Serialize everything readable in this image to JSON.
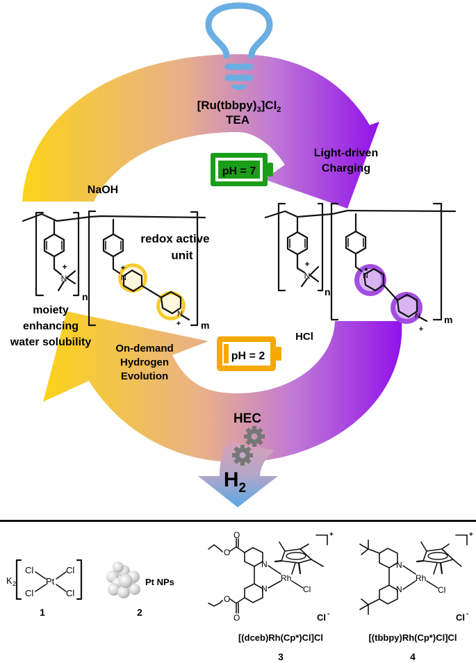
{
  "scheme": {
    "light_source": {
      "icon": "lightbulb-icon",
      "color": "#6aaee3"
    },
    "photosensitizer_label": "[Ru(tbbpy)",
    "photosensitizer_sub3": "3",
    "photosensitizer_mid": "]Cl",
    "photosensitizer_sub2": "2",
    "donor_label": "TEA",
    "charging_label_line1": "Light-driven",
    "charging_label_line2": "Charging",
    "base_label": "NaOH",
    "acid_label": "HCl",
    "discharge_label_line1": "On-demand",
    "discharge_label_line2": "Hydrogen",
    "discharge_label_line3": "Evolution",
    "catalyst_label": "HEC",
    "product_label": "H",
    "product_sub": "2",
    "battery_charged": {
      "label": "pH = 7",
      "color": "#1a9e1a",
      "charge_fraction": 1.0
    },
    "battery_discharged": {
      "label": "pH = 2",
      "color": "#f5a800",
      "charge_fraction": 0.1
    },
    "gradient_colors": {
      "yellow": "#fbd31a",
      "peach": "#e8b08a",
      "purple": "#9b1fe8",
      "blue": "#6aaee3"
    }
  },
  "polymer_left": {
    "annotation_redox": [
      "redox active",
      "unit"
    ],
    "annotation_moiety": [
      "moiety",
      "enhancing",
      "water solubility"
    ],
    "subscript_n": "n",
    "subscript_m": "m",
    "n_atom": "N",
    "plus": "+",
    "highlight_color": "#f5c518"
  },
  "polymer_right": {
    "subscript_n": "n",
    "subscript_m": "m",
    "n_atom": "N",
    "plus": "+",
    "radical": "•",
    "highlight_color": "#a34ee0"
  },
  "catalysts": [
    {
      "number": "1",
      "prefix": "K",
      "prefix_sub": "2",
      "metal": "Pt",
      "ligand": "Cl"
    },
    {
      "number": "2",
      "name": "Pt NPs"
    },
    {
      "number": "3",
      "name": "[(dceb)Rh(Cp*)Cl]Cl",
      "metal": "Rh",
      "ligand": "Cl",
      "counterion": "Cl",
      "counterion_charge": "-",
      "complex_charge": "+",
      "o_atom": "O",
      "n_atom": "N"
    },
    {
      "number": "4",
      "name": "[(tbbpy)Rh(Cp*)Cl]Cl",
      "metal": "Rh",
      "ligand": "Cl",
      "counterion": "Cl",
      "counterion_charge": "-",
      "complex_charge": "+",
      "n_atom": "N"
    }
  ]
}
